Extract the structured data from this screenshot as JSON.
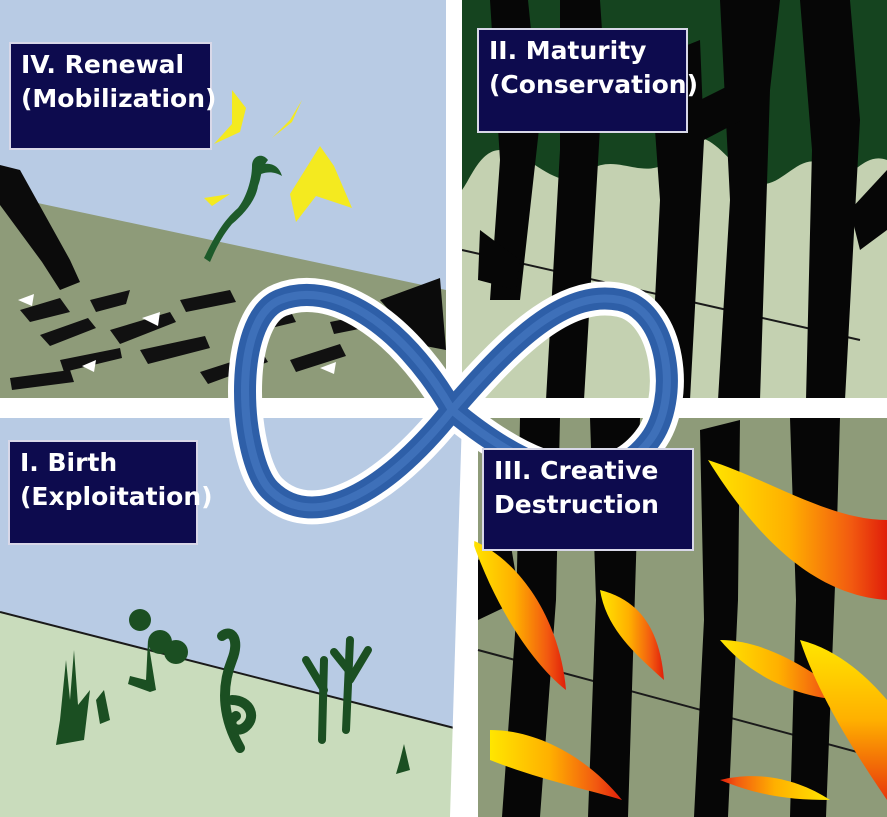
{
  "panels": {
    "renewal": {
      "line1": "IV. Renewal",
      "line2": "(Mobilization)"
    },
    "maturity": {
      "line1": "II. Maturity",
      "line2": "(Conservation)"
    },
    "birth": {
      "line1": "I. Birth",
      "line2": "(Exploitation)"
    },
    "destruction": {
      "line1": "III. Creative",
      "line2": "Destruction"
    }
  },
  "colors": {
    "sky": "#b8cbe4",
    "ground_dark": "#8e9b79",
    "ground_light": "#c9dcbc",
    "forest_bg": "#c4d1b1",
    "forest_canopy": "#15441f",
    "label_bg": "#0d0b4e",
    "loop_blue": "#2e5fa8",
    "flame_yellow": "#ffe000",
    "flame_red": "#e8360c"
  },
  "icons": [
    "infinity-loop-icon",
    "sprout-icon",
    "sun-burst-icon",
    "flame-icon",
    "tree-trunk-icon",
    "grass-icon",
    "flower-icon"
  ]
}
